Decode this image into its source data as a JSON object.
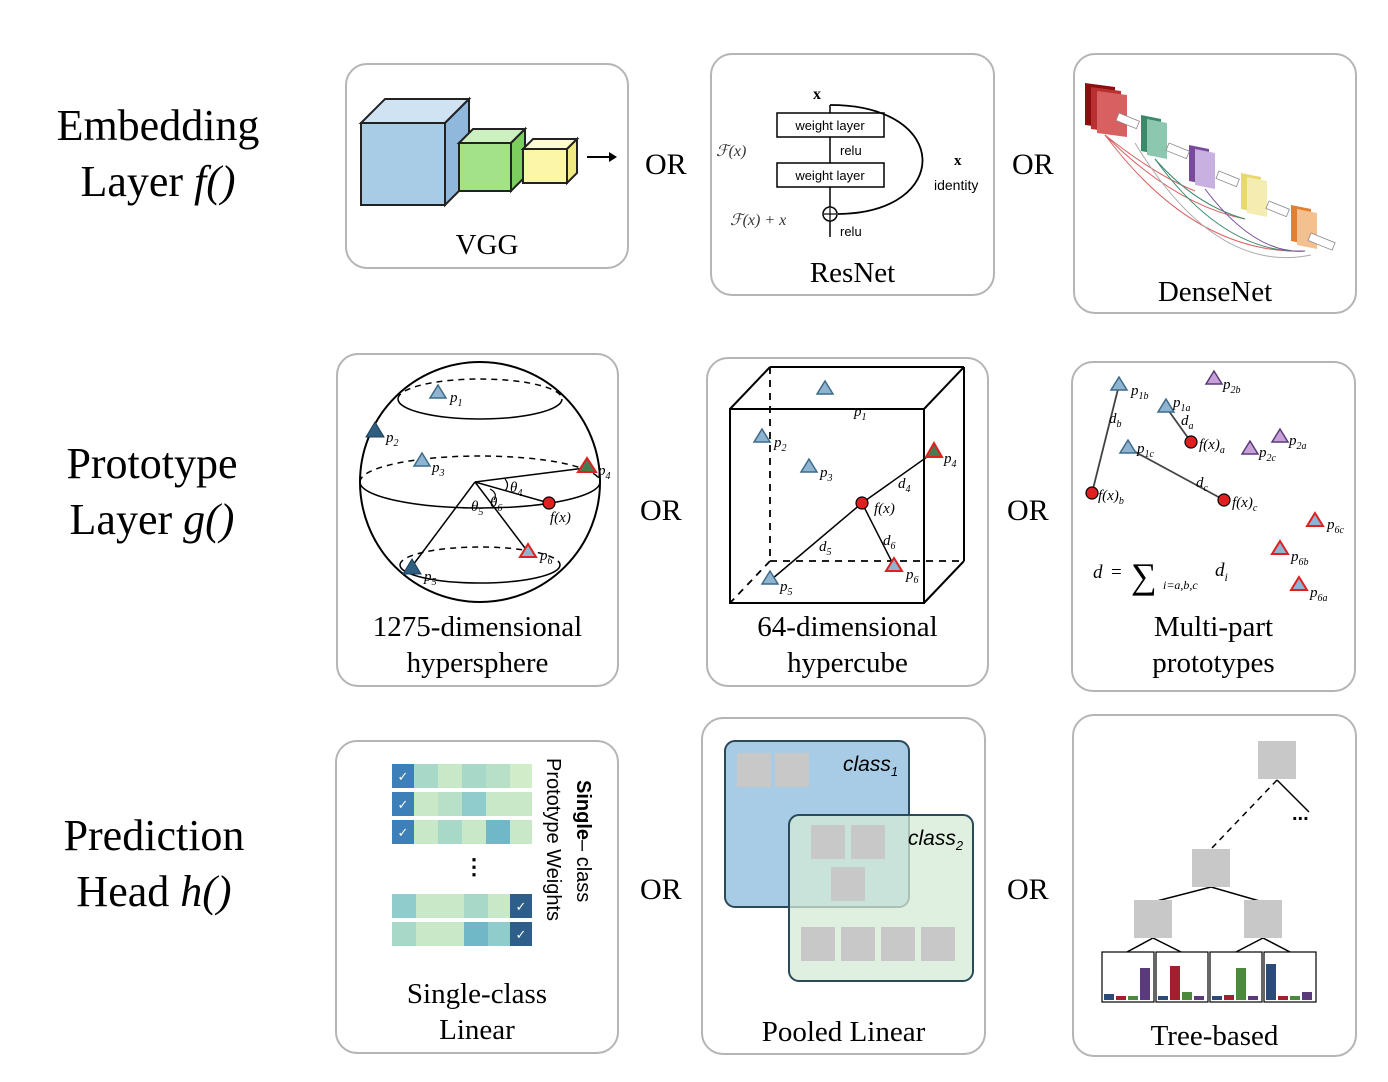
{
  "rows": [
    {
      "line1": "Embedding",
      "line2_text": "Layer ",
      "line2_fn": "f()"
    },
    {
      "line1": "Prototype",
      "line2_text": "Layer ",
      "line2_fn": "g()"
    },
    {
      "line1": "Prediction",
      "line2_text": "Head ",
      "line2_fn": "h()"
    }
  ],
  "or_label": "OR",
  "embedding": {
    "vgg": {
      "caption": "VGG"
    },
    "resnet": {
      "caption": "ResNet",
      "x": "x",
      "weight_layer": "weight layer",
      "relu": "relu",
      "fx": "ℱ(x)",
      "fx_plus_x": "ℱ(x) + x",
      "identity_x": "x",
      "identity": "identity"
    },
    "densenet": {
      "caption": "DenseNet"
    }
  },
  "prototype": {
    "hypersphere": {
      "caption_line1": "1275-dimensional",
      "caption_line2": "hypersphere"
    },
    "hypercube": {
      "caption_line1": "64-dimensional",
      "caption_line2": "hypercube"
    },
    "multipart": {
      "caption_line1": "Multi-part",
      "caption_line2": "prototypes"
    }
  },
  "prediction": {
    "single": {
      "caption_line1": "Single-class",
      "caption_line2": "Linear",
      "vertical_bold": "Single",
      "vertical_rest": "– class",
      "vertical_line2": "Prototype Weights",
      "check": "✓",
      "ellipsis": "⋮"
    },
    "pooled": {
      "caption": "Pooled Linear",
      "class1": "class",
      "class1_sub": "1",
      "class2": "class",
      "class2_sub": "2"
    },
    "tree": {
      "caption": "Tree-based",
      "ellipsis": "..."
    }
  },
  "colors": {
    "teal": "#3d6b8a",
    "red": "#e02020",
    "blue_box": "#a9cce6",
    "green_box": "#d6ebd6"
  }
}
